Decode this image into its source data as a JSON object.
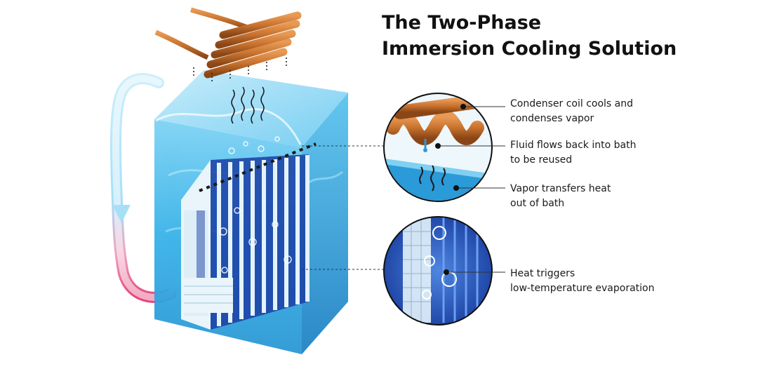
{
  "title": {
    "line1": "The Two-Phase",
    "line2": "Immersion Cooling Solution"
  },
  "callouts": [
    {
      "line1": "Condenser coil cools and",
      "line2": "condenses vapor"
    },
    {
      "line1": "Fluid flows back into bath",
      "line2": "to be reused"
    },
    {
      "line1": "Vapor transfers heat",
      "line2": "out of bath"
    },
    {
      "line1": "Heat triggers",
      "line2": "low-temperature evaporation"
    }
  ],
  "colors": {
    "copper": "#c8722e",
    "copper_dark": "#8a4616",
    "fluid": "#35b4ea",
    "fluid_dark": "#0d6fb0",
    "circuit_blue": "#1a3fa8",
    "arrow_hot": "#e5457a",
    "arrow_cool": "#8fd6f5"
  }
}
